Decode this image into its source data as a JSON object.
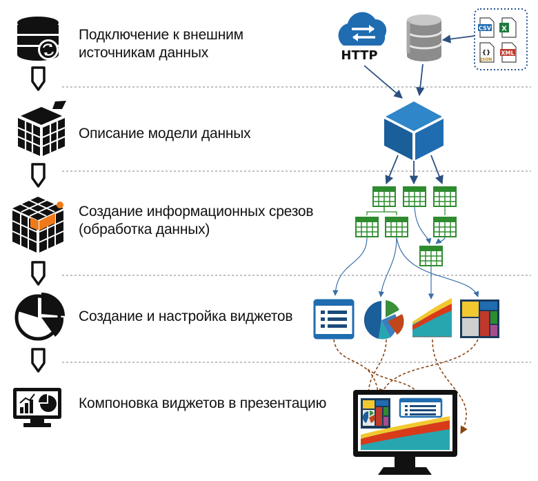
{
  "steps": [
    {
      "icon": "database-sync-icon",
      "lines": [
        "Подключение  к  внешним",
        "источникам данных"
      ]
    },
    {
      "icon": "cube-model-icon",
      "lines": [
        "Описание модели данных"
      ]
    },
    {
      "icon": "cube-slice-icon",
      "lines": [
        "Создание информационных срезов",
        "(обработка данных)"
      ]
    },
    {
      "icon": "pie-chart-icon",
      "lines": [
        "Создание и настройка виджетов"
      ]
    },
    {
      "icon": "presentation-board-icon",
      "lines": [
        "Компоновка виджетов в презентацию"
      ]
    }
  ],
  "sources": {
    "http_label": "HTTP",
    "files": [
      "CSV",
      "X",
      "{}",
      "XML"
    ],
    "json_label": "JSON"
  },
  "colors": {
    "blue": "#1f6cb0",
    "cube": "#1a5e9a",
    "table_green": "#2e8b2e",
    "arrow_blue": "#3a6fa8",
    "curve_brown": "#8b4513",
    "separator": "#9a9a9a"
  }
}
